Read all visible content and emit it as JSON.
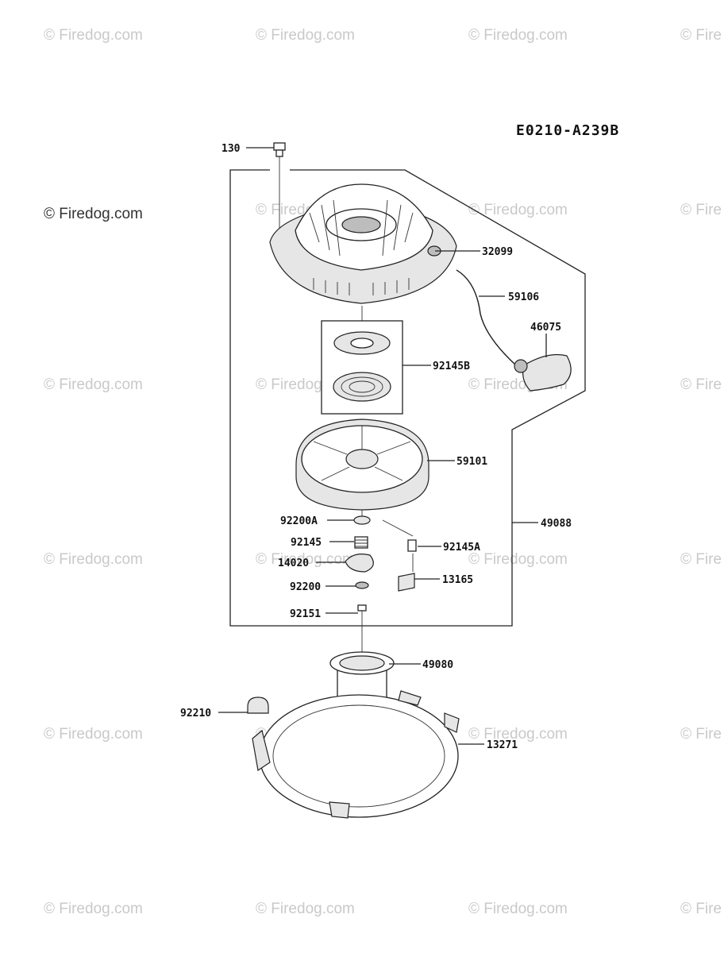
{
  "diagram": {
    "code": "E0210-A239B",
    "watermark": "© Firedog.com",
    "watermark_partial": "© Fire"
  },
  "parts": {
    "p130": "130",
    "p32099": "32099",
    "p59106": "59106",
    "p46075": "46075",
    "p92145B": "92145B",
    "p59101": "59101",
    "p49088": "49088",
    "p92200A": "92200A",
    "p92145": "92145",
    "p92145A": "92145A",
    "p14020": "14020",
    "p13165": "13165",
    "p92200": "92200",
    "p92151": "92151",
    "p49080": "49080",
    "p92210": "92210",
    "p13271": "13271"
  }
}
